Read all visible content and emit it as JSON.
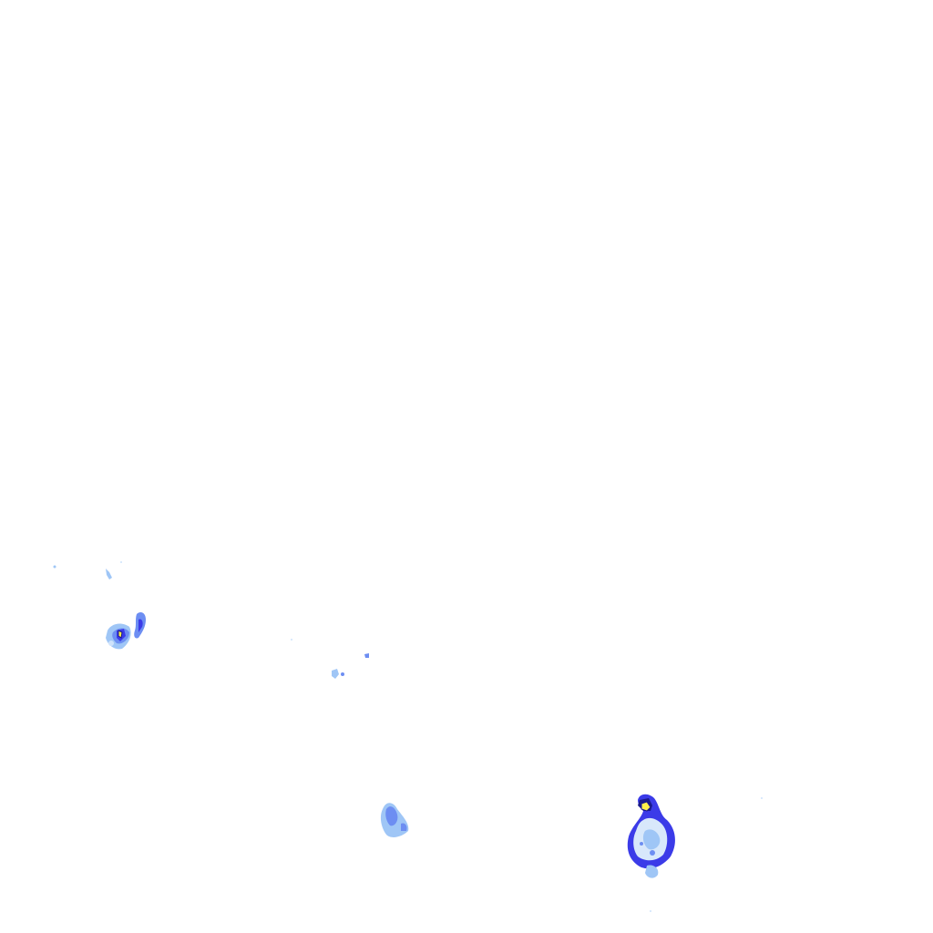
{
  "map": {
    "layer": "radar-precipitation-overlay",
    "background_color": "#ffffff",
    "palette": {
      "very_light": "#cfe3fb",
      "light": "#9fc6f6",
      "medium": "#6d8ef2",
      "strong": "#3b3be8",
      "peak": "#fff04a",
      "peak_outline": "#1a1a8c"
    },
    "echoes": [
      {
        "name": "echo-west-cluster",
        "intensity": "medium-with-peak"
      },
      {
        "name": "echo-central-small",
        "intensity": "light"
      },
      {
        "name": "echo-south-central",
        "intensity": "medium"
      },
      {
        "name": "echo-southeast-cell",
        "intensity": "strong-with-peak"
      }
    ]
  }
}
